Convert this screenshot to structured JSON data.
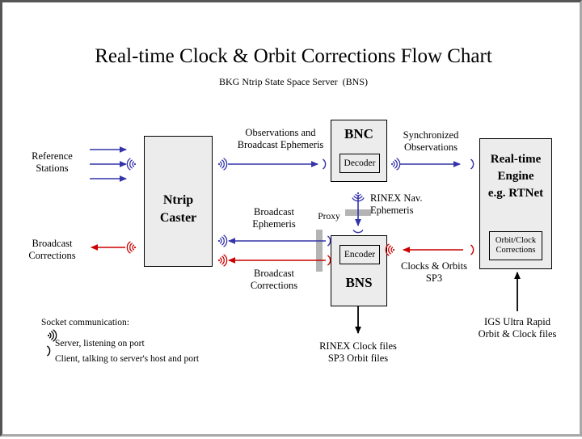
{
  "page": {
    "title": "Real-time Clock & Orbit Corrections Flow Chart",
    "subtitle": "BKG Ntrip State Space Server  (BNS)",
    "border_color": "#555555",
    "background": "#ffffff"
  },
  "colors": {
    "blue": "#3333aa",
    "red": "#cc0000",
    "black": "#000000",
    "box_fill": "#ececec",
    "proxy_gray": "#b4b4b4"
  },
  "boxes": {
    "ntrip_caster": {
      "label": "Ntrip\nCaster",
      "line1": "Ntrip",
      "line2": "Caster"
    },
    "bnc": {
      "label": "BNC",
      "inner": "Decoder"
    },
    "bns": {
      "label": "BNS",
      "inner": "Encoder"
    },
    "rt_engine": {
      "line1": "Real-time",
      "line2": "Engine",
      "line3": "e.g. RTNet",
      "inner_line1": "Orbit/Clock",
      "inner_line2": "Corrections"
    }
  },
  "labels": {
    "reference_stations_l1": "Reference",
    "reference_stations_l2": "Stations",
    "broadcast_corrections_left_l1": "Broadcast",
    "broadcast_corrections_left_l2": "Corrections",
    "observations_l1": "Observations and",
    "observations_l2": "Broadcast Ephemeris",
    "synchronized_l1": "Synchronized",
    "synchronized_l2": "Observations",
    "broadcast_ephemeris_l1": "Broadcast",
    "broadcast_ephemeris_l2": "Ephemeris",
    "broadcast_corrections_mid_l1": "Broadcast",
    "broadcast_corrections_mid_l2": "Corrections",
    "proxy": "Proxy",
    "rinex_nav_l1": "RINEX Nav.",
    "rinex_nav_l2": "Ephemeris",
    "clocks_orbits_l1": "Clocks & Orbits",
    "clocks_orbits_l2": "SP3",
    "rinex_clock_files_l1": "RINEX Clock files",
    "rinex_clock_files_l2": "SP3 Orbit files",
    "igs_l1": "IGS Ultra Rapid",
    "igs_l2": "Orbit & Clock files"
  },
  "legend": {
    "title": "Socket communication:",
    "server_text": "Server, listening on port",
    "client_text": "Client, talking to server's host and port",
    "server_icon": "socket-server-icon",
    "client_icon": "socket-client-icon"
  },
  "icons": {
    "server": "socket-server-icon",
    "client": "socket-client-icon",
    "arrow": "arrow-icon",
    "proxy_bar": "proxy-bar-icon"
  }
}
